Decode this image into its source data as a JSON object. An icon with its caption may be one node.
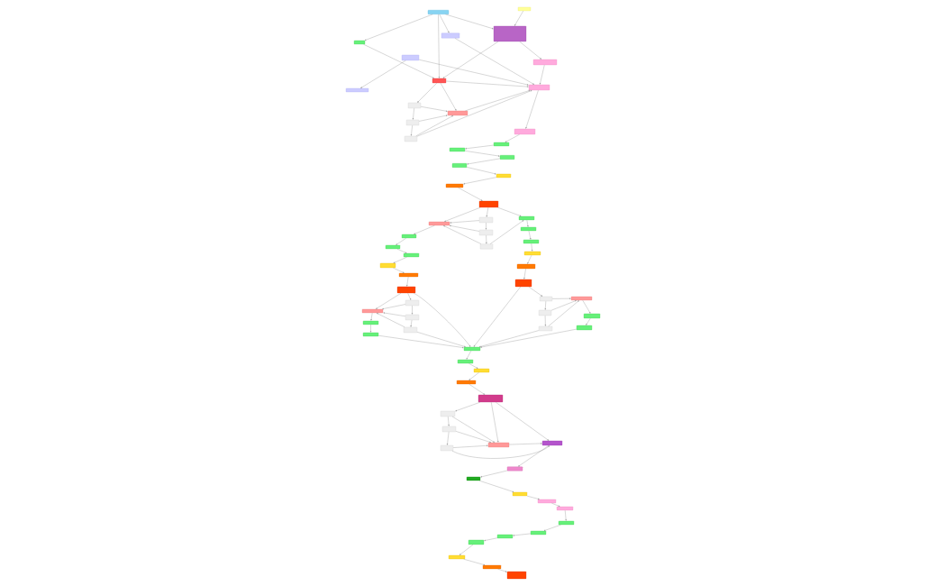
{
  "diagram": {
    "nodes": [
      {
        "text": [],
        "shape": "box"
      },
      {
        "text": [],
        "shape": "box"
      },
      {
        "text": [],
        "shape": "box"
      },
      {
        "text": [],
        "shape": "box"
      },
      {
        "text": [],
        "shape": "box"
      },
      {
        "text": [],
        "shape": "box"
      },
      {
        "text": [],
        "shape": "box"
      },
      {
        "text": [],
        "shape": "box"
      },
      {
        "text": [],
        "shape": "box"
      },
      {
        "text": [],
        "shape": "box"
      },
      {
        "text": [],
        "shape": "box"
      },
      {
        "text": [],
        "shape": "box"
      },
      {
        "text": [],
        "shape": "box"
      },
      {
        "text": [],
        "shape": "box"
      },
      {
        "text": [],
        "shape": "box"
      },
      {
        "text": [],
        "shape": "box"
      },
      {
        "text": [],
        "shape": "box"
      },
      {
        "text": [],
        "shape": "box"
      },
      {
        "text": [],
        "shape": "box"
      },
      {
        "text": [],
        "shape": "box"
      },
      {
        "text": [],
        "shape": "box"
      },
      {
        "text": [],
        "shape": "box"
      },
      {
        "text": [],
        "shape": "box"
      },
      {
        "text": [],
        "shape": "box"
      },
      {
        "text": [],
        "shape": "box"
      },
      {
        "text": [],
        "shape": "box"
      },
      {
        "text": [],
        "shape": "box"
      },
      {
        "text": [],
        "shape": "box"
      },
      {
        "text": [],
        "shape": "box"
      },
      {
        "text": [],
        "shape": "box"
      },
      {
        "text": [],
        "shape": "box"
      },
      {
        "text": [],
        "shape": "box"
      },
      {
        "text": [],
        "shape": "box"
      },
      {
        "text": [],
        "shape": "box"
      },
      {
        "text": [],
        "shape": "box"
      },
      {
        "text": [],
        "shape": "box"
      },
      {
        "text": [],
        "shape": "box"
      },
      {
        "text": [],
        "shape": "box"
      },
      {
        "text": [],
        "shape": "box"
      },
      {
        "text": [],
        "shape": "box"
      },
      {
        "text": [],
        "shape": "box"
      },
      {
        "text": [],
        "shape": "box"
      },
      {
        "text": [],
        "shape": "box"
      },
      {
        "text": [],
        "shape": "box"
      },
      {
        "text": [],
        "shape": "box"
      },
      {
        "text": [],
        "shape": "box"
      },
      {
        "text": [],
        "shape": "box"
      },
      {
        "text": [],
        "shape": "box"
      },
      {
        "text": [],
        "shape": "box"
      },
      {
        "text": [],
        "shape": "box"
      },
      {
        "text": [],
        "shape": "box"
      },
      {
        "text": [],
        "shape": "box"
      },
      {
        "text": [],
        "shape": "box"
      },
      {
        "text": [],
        "shape": "box"
      },
      {
        "text": [],
        "shape": "box"
      },
      {
        "text": [],
        "shape": "box"
      },
      {
        "text": [],
        "shape": "box"
      },
      {
        "text": [],
        "shape": "box"
      },
      {
        "text": [],
        "shape": "box"
      },
      {
        "text": [],
        "shape": "box"
      },
      {
        "text": [],
        "shape": "box"
      },
      {
        "text": [],
        "shape": "box"
      },
      {
        "text": [],
        "shape": "box"
      },
      {
        "text": [],
        "shape": "box"
      },
      {
        "text": [],
        "shape": "box"
      },
      {
        "text": [],
        "shape": "box"
      },
      {
        "text": [],
        "shape": "box"
      },
      {
        "text": [],
        "shape": "box"
      },
      {
        "text": [],
        "shape": "box"
      },
      {
        "text": [],
        "shape": "box"
      },
      {
        "text": [],
        "shape": "box"
      },
      {
        "text": [],
        "shape": "box"
      }
    ],
    "edges": [
      {
        "from": 0,
        "to": 4,
        "arrow": "to"
      },
      {
        "from": 0,
        "to": 3,
        "arrow": "to"
      },
      {
        "from": 0,
        "to": 7,
        "arrow": "to"
      },
      {
        "from": 0,
        "to": 2,
        "arrow": "to"
      },
      {
        "from": 1,
        "to": 2,
        "arrow": "to"
      },
      {
        "from": 2,
        "to": 6,
        "arrow": "to"
      },
      {
        "from": 2,
        "to": 7,
        "arrow": "to"
      },
      {
        "from": 4,
        "to": 7,
        "arrow": "to"
      },
      {
        "from": 5,
        "to": 9,
        "arrow": "to"
      },
      {
        "from": 3,
        "to": 8,
        "arrow": "to"
      },
      {
        "from": 5,
        "to": 8,
        "arrow": "to"
      },
      {
        "from": 6,
        "to": 8,
        "arrow": "to"
      },
      {
        "from": 7,
        "to": 8,
        "arrow": "to"
      },
      {
        "from": 7,
        "to": 10,
        "arrow": "to"
      },
      {
        "from": 7,
        "to": 11,
        "arrow": "to"
      },
      {
        "from": 10,
        "to": 12,
        "arrow": "to"
      },
      {
        "from": 12,
        "to": 14,
        "arrow": "to"
      },
      {
        "from": 10,
        "to": 11,
        "arrow": "to"
      },
      {
        "from": 12,
        "to": 11,
        "arrow": "to"
      },
      {
        "from": 14,
        "to": 11,
        "arrow": "to"
      },
      {
        "from": 14,
        "to": 8,
        "arrow": "to"
      },
      {
        "from": 11,
        "to": 8,
        "arrow": "to"
      },
      {
        "from": 8,
        "to": 13,
        "arrow": "to"
      },
      {
        "from": 13,
        "to": 15,
        "arrow": "to"
      },
      {
        "from": 15,
        "to": 16,
        "arrow": "to"
      },
      {
        "from": 16,
        "to": 17,
        "arrow": "to"
      },
      {
        "from": 17,
        "to": 18,
        "arrow": "to"
      },
      {
        "from": 18,
        "to": 19,
        "arrow": "to"
      },
      {
        "from": 19,
        "to": 20,
        "arrow": "to"
      },
      {
        "from": 20,
        "to": 21,
        "arrow": "to"
      },
      {
        "from": 21,
        "to": 24,
        "arrow": "to"
      },
      {
        "from": 21,
        "to": 23,
        "arrow": "to"
      },
      {
        "from": 21,
        "to": 22,
        "arrow": "to"
      },
      {
        "from": 23,
        "to": 26,
        "arrow": "to"
      },
      {
        "from": 26,
        "to": 29,
        "arrow": "to"
      },
      {
        "from": 23,
        "to": 24,
        "arrow": "to"
      },
      {
        "from": 26,
        "to": 24,
        "arrow": "to"
      },
      {
        "from": 29,
        "to": 24,
        "arrow": "to"
      },
      {
        "from": 29,
        "to": 22,
        "arrow": "to"
      },
      {
        "from": 22,
        "to": 25,
        "arrow": "to"
      },
      {
        "from": 25,
        "to": 28,
        "arrow": "to"
      },
      {
        "from": 28,
        "to": 31,
        "arrow": "to"
      },
      {
        "from": 31,
        "to": 34,
        "arrow": "to"
      },
      {
        "from": 24,
        "to": 27,
        "arrow": "to"
      },
      {
        "from": 27,
        "to": 30,
        "arrow": "to"
      },
      {
        "from": 30,
        "to": 32,
        "arrow": "to"
      },
      {
        "from": 32,
        "to": 33,
        "arrow": "to"
      },
      {
        "from": 33,
        "to": 35,
        "arrow": "to"
      },
      {
        "from": 35,
        "to": 37,
        "arrow": "to"
      },
      {
        "from": 34,
        "to": 36,
        "arrow": "to"
      },
      {
        "from": 37,
        "to": 41,
        "arrow": "to"
      },
      {
        "from": 37,
        "to": 40,
        "arrow": "to"
      },
      {
        "from": 40,
        "to": 44,
        "arrow": "to"
      },
      {
        "from": 44,
        "to": 48,
        "arrow": "to"
      },
      {
        "from": 40,
        "to": 41,
        "arrow": "to"
      },
      {
        "from": 44,
        "to": 41,
        "arrow": "to"
      },
      {
        "from": 48,
        "to": 41,
        "arrow": "to"
      },
      {
        "from": 41,
        "to": 45,
        "arrow": "to"
      },
      {
        "from": 45,
        "to": 49,
        "arrow": "to"
      },
      {
        "from": 37,
        "to": 50,
        "arrow": "to"
      },
      {
        "from": 49,
        "to": 50,
        "arrow": "to"
      },
      {
        "from": 48,
        "to": 50,
        "arrow": "to"
      },
      {
        "from": 36,
        "to": 39,
        "arrow": "to"
      },
      {
        "from": 36,
        "to": 50,
        "arrow": "to"
      },
      {
        "from": 39,
        "to": 42,
        "arrow": "to"
      },
      {
        "from": 42,
        "to": 47,
        "arrow": "to"
      },
      {
        "from": 39,
        "to": 38,
        "arrow": "to"
      },
      {
        "from": 42,
        "to": 38,
        "arrow": "to"
      },
      {
        "from": 47,
        "to": 38,
        "arrow": "to"
      },
      {
        "from": 38,
        "to": 43,
        "arrow": "to"
      },
      {
        "from": 43,
        "to": 46,
        "arrow": "to"
      },
      {
        "from": 47,
        "to": 50,
        "arrow": "to"
      },
      {
        "from": 46,
        "to": 50,
        "arrow": "to"
      },
      {
        "from": 50,
        "to": 51,
        "arrow": "to"
      },
      {
        "from": 51,
        "to": 52,
        "arrow": "to"
      },
      {
        "from": 52,
        "to": 53,
        "arrow": "to"
      },
      {
        "from": 53,
        "to": 54,
        "arrow": "to"
      },
      {
        "from": 54,
        "to": 55,
        "arrow": "to"
      },
      {
        "from": 55,
        "to": 56,
        "arrow": "to"
      },
      {
        "from": 56,
        "to": 59,
        "arrow": "to"
      },
      {
        "from": 55,
        "to": 58,
        "arrow": "to"
      },
      {
        "from": 56,
        "to": 58,
        "arrow": "to"
      },
      {
        "from": 59,
        "to": 58,
        "arrow": "to"
      },
      {
        "from": 54,
        "to": 58,
        "arrow": "to"
      },
      {
        "from": 54,
        "to": 57,
        "arrow": "to"
      },
      {
        "from": 59,
        "to": 57,
        "arrow": "to"
      },
      {
        "from": 58,
        "to": 57,
        "arrow": "to"
      },
      {
        "from": 57,
        "to": 60,
        "arrow": "to"
      },
      {
        "from": 60,
        "to": 61,
        "arrow": "to"
      },
      {
        "from": 61,
        "to": 62,
        "arrow": "to"
      },
      {
        "from": 62,
        "to": 63,
        "arrow": "to"
      },
      {
        "from": 63,
        "to": 64,
        "arrow": "to"
      },
      {
        "from": 64,
        "to": 65,
        "arrow": "to"
      },
      {
        "from": 65,
        "to": 66,
        "arrow": "to"
      },
      {
        "from": 66,
        "to": 67,
        "arrow": "to"
      },
      {
        "from": 67,
        "to": 68,
        "arrow": "to"
      },
      {
        "from": 68,
        "to": 69,
        "arrow": "to"
      },
      {
        "from": 69,
        "to": 70,
        "arrow": "to"
      },
      {
        "from": 70,
        "to": 71,
        "arrow": "to"
      }
    ]
  }
}
